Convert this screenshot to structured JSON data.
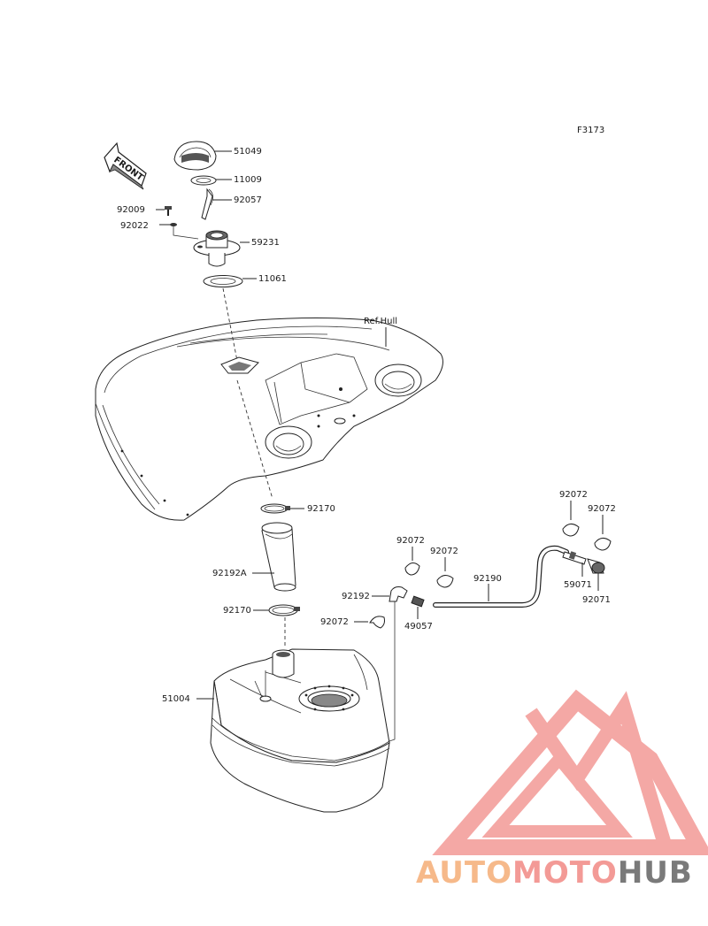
{
  "figure_code": "F3173",
  "front_label": "FRONT",
  "ref_label": "Ref.Hull",
  "parts": {
    "p51049": "51049",
    "p11009": "11009",
    "p92057": "92057",
    "p92009": "92009",
    "p92022": "92022",
    "p59231": "59231",
    "p11061": "11061",
    "p92170a": "92170",
    "p92192a": "92192A",
    "p92170b": "92170",
    "p51004": "51004",
    "p92072a": "92072",
    "p92072b": "92072",
    "p92072c": "92072",
    "p92072d": "92072",
    "p92072e": "92072",
    "p92192": "92192",
    "p49057": "49057",
    "p92190": "92190",
    "p59071": "59071",
    "p92071": "92071"
  },
  "watermark": {
    "auto": "AUTO",
    "moto": "MOTO",
    "hub": "HUB"
  },
  "colors": {
    "watermark_orange": "#f6b98a",
    "watermark_red": "#f39a96",
    "watermark_gray": "#7a7a7a",
    "line": "#222222"
  }
}
